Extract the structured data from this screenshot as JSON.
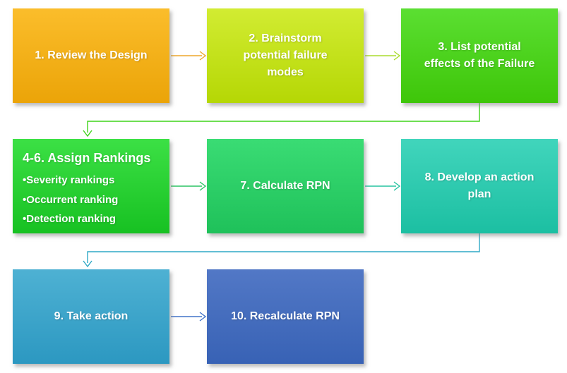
{
  "diagram_type": "process-flowchart",
  "text_color": "#FFFFFF",
  "background_color": "#FFFFFF",
  "steps": [
    {
      "label": "1. Review the Design",
      "color_top": "#FBBD2B",
      "color_bottom": "#EBA408"
    },
    {
      "label": "2. Brainstorm potential failure modes",
      "color_top": "#D2EC32",
      "color_bottom": "#B5D705"
    },
    {
      "label": "3. List potential effects of the Failure",
      "color_top": "#5BDF32",
      "color_bottom": "#3EC609"
    },
    {
      "label": "4-6. Assign Rankings",
      "bullet_char": "•",
      "bullets": [
        "Severity rankings",
        "Occurrent ranking",
        "Detection ranking"
      ],
      "color_top": "#3CE045",
      "color_bottom": "#17C122"
    },
    {
      "label": "7. Calculate RPN",
      "color_top": "#3ADC74",
      "color_bottom": "#1FC15A"
    },
    {
      "label": "8. Develop an action plan",
      "color_top": "#41D5BC",
      "color_bottom": "#1CBFA2"
    },
    {
      "label": "9. Take action",
      "color_top": "#4EB1D3",
      "color_bottom": "#2C98C1"
    },
    {
      "label": "10. Recalculate RPN",
      "color_top": "#5278C6",
      "color_bottom": "#3862B5"
    }
  ],
  "connectors": [
    {
      "from": "1. Review the Design",
      "to": "2. Brainstorm potential failure modes",
      "color": "#EDA72C"
    },
    {
      "from": "2. Brainstorm potential failure modes",
      "to": "3. List potential effects of the Failure",
      "color": "#AADC2E"
    },
    {
      "from": "3. List potential effects of the Failure",
      "to": "4-6. Assign Rankings",
      "color": "#3ED319"
    },
    {
      "from": "4-6. Assign Rankings",
      "to": "7. Calculate RPN",
      "color": "#2CC463"
    },
    {
      "from": "7. Calculate RPN",
      "to": "8. Develop an action plan",
      "color": "#27C3A0"
    },
    {
      "from": "8. Develop an action plan",
      "to": "9. Take action",
      "color": "#2FA9C6"
    },
    {
      "from": "9. Take action",
      "to": "10. Recalculate RPN",
      "color": "#4273C8"
    }
  ]
}
